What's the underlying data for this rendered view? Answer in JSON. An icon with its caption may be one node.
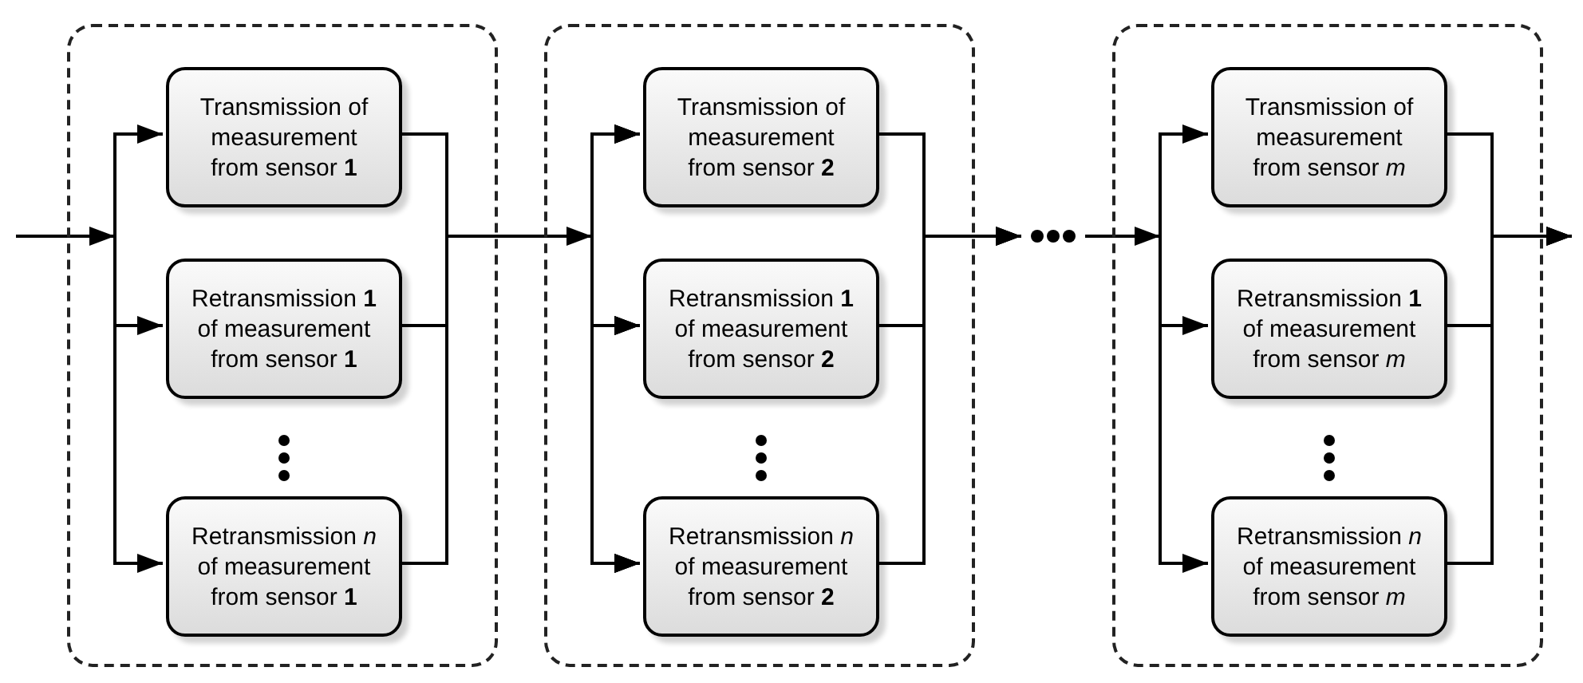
{
  "diagram": {
    "nodes": [
      {
        "text": [],
        "shape": "box"
      },
      {
        "text": [
          "Transmission of measurement from sensor **1**"
        ],
        "in": 0
      },
      {
        "text": [
          "Retransmission **1** of measurement from sensor **1**"
        ],
        "in": 0
      },
      {
        "text": [
          "Retransmission *n* of measurement from sensor **1**"
        ],
        "in": 0
      },
      {
        "text": [],
        "shape": "box"
      },
      {
        "text": [
          "Transmission of measurement from sensor **2**"
        ],
        "in": 4
      },
      {
        "text": [
          "Retransmission **1** of measurement from sensor **2**"
        ],
        "in": 4
      },
      {
        "text": [
          "Retransmission *n* of measurement from sensor **2**"
        ],
        "in": 4
      },
      {
        "text": [],
        "shape": "ellipsis"
      },
      {
        "text": [],
        "shape": "box"
      },
      {
        "text": [
          "Transmission of measurement from sensor *m*"
        ],
        "in": 9
      },
      {
        "text": [
          "Retransmission **1** of measurement from sensor *m*"
        ],
        "in": 9
      },
      {
        "text": [
          "Retransmission *n* of measurement from sensor *m*"
        ],
        "in": 9
      }
    ],
    "edges": [
      {
        "from": null,
        "to": 1,
        "arrow": "to"
      },
      {
        "from": null,
        "to": 2,
        "arrow": "to"
      },
      {
        "from": null,
        "to": 3,
        "arrow": "to"
      },
      {
        "from": 1,
        "to": 5,
        "arrow": "to"
      },
      {
        "from": 1,
        "to": 6,
        "arrow": "to"
      },
      {
        "from": 1,
        "to": 7,
        "arrow": "to"
      },
      {
        "from": 2,
        "to": 5,
        "arrow": "to"
      },
      {
        "from": 2,
        "to": 6,
        "arrow": "to"
      },
      {
        "from": 2,
        "to": 7,
        "arrow": "to"
      },
      {
        "from": 3,
        "to": 5,
        "arrow": "to"
      },
      {
        "from": 3,
        "to": 6,
        "arrow": "to"
      },
      {
        "from": 3,
        "to": 7,
        "arrow": "to"
      },
      {
        "from": 5,
        "to": 8,
        "arrow": "to"
      },
      {
        "from": 6,
        "to": 8,
        "arrow": "to"
      },
      {
        "from": 7,
        "to": 8,
        "arrow": "to"
      },
      {
        "from": 8,
        "to": 10,
        "arrow": "to"
      },
      {
        "from": 8,
        "to": 11,
        "arrow": "to"
      },
      {
        "from": 8,
        "to": 12,
        "arrow": "to"
      },
      {
        "from": 10,
        "to": null,
        "arrow": "to"
      },
      {
        "from": 11,
        "to": null,
        "arrow": "to"
      },
      {
        "from": 12,
        "to": null,
        "arrow": "to"
      }
    ]
  }
}
